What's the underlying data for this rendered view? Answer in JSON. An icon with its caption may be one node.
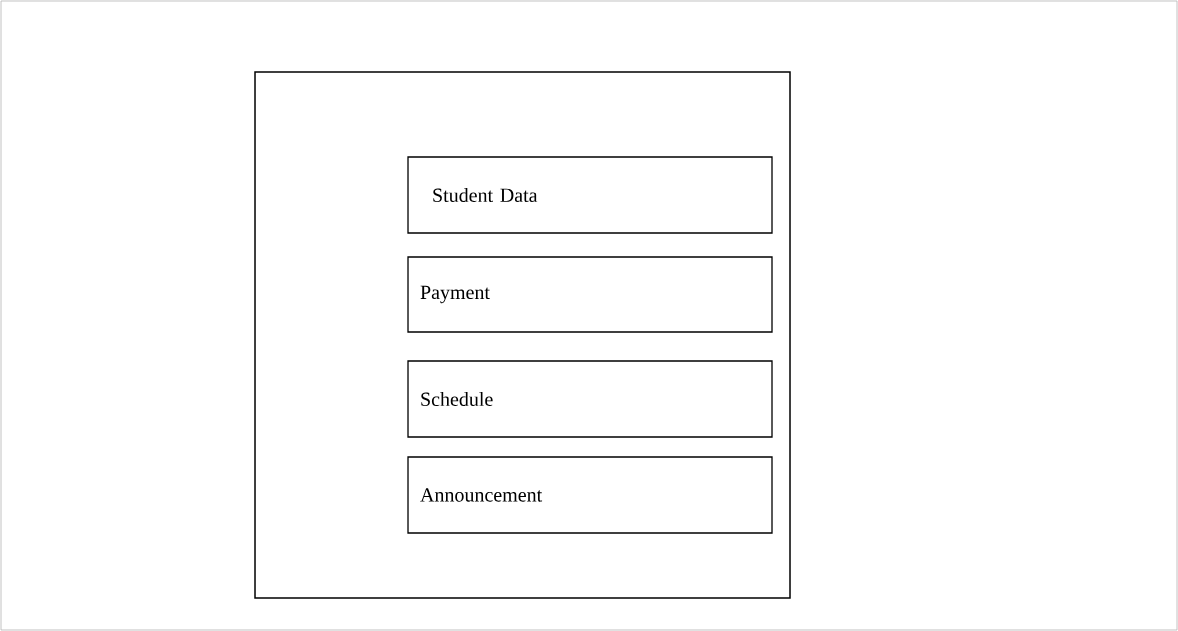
{
  "diagram": {
    "nodes": [
      {
        "text": [],
        "shape": "box"
      },
      {
        "text": [
          "Student Data"
        ],
        "in": 0
      },
      {
        "text": [
          "Payment"
        ],
        "in": 0
      },
      {
        "text": [
          "Schedule"
        ],
        "in": 0
      },
      {
        "text": [
          "Announcement"
        ],
        "in": 0
      }
    ]
  }
}
